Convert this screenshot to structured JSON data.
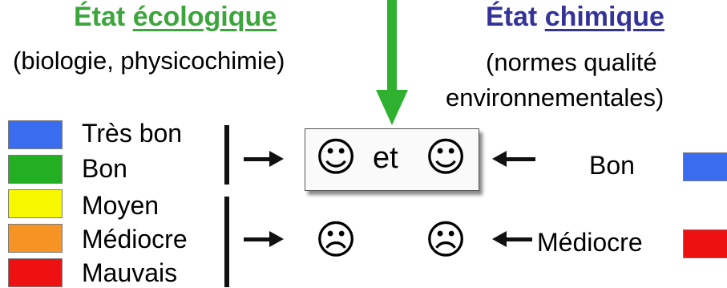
{
  "ecologique": {
    "title_prefix": "État ",
    "title_underlined": "écologique",
    "subtitle": "(biologie, physicochimie)",
    "color": "#3ca63c"
  },
  "chimique": {
    "title_prefix": "État ",
    "title_underlined": "chimique",
    "subtitle_line1": "(normes qualité",
    "subtitle_line2": "environnementales)",
    "color": "#33339a"
  },
  "legend": [
    {
      "label": "Très bon",
      "color": "#3a6cf0"
    },
    {
      "label": "Bon",
      "color": "#22b022"
    },
    {
      "label": "Moyen",
      "color": "#f7f700"
    },
    {
      "label": "Médiocre",
      "color": "#f59425"
    },
    {
      "label": "Mauvais",
      "color": "#ee1111"
    }
  ],
  "good_result": {
    "face": "☺",
    "conjunction": "et"
  },
  "bad_result": {
    "face": "☹"
  },
  "chemical_states": [
    {
      "label": "Bon",
      "color": "#3a6cf0"
    },
    {
      "label": "Médiocre",
      "color": "#ee1111"
    }
  ],
  "arrow_color": "#2fb12f"
}
